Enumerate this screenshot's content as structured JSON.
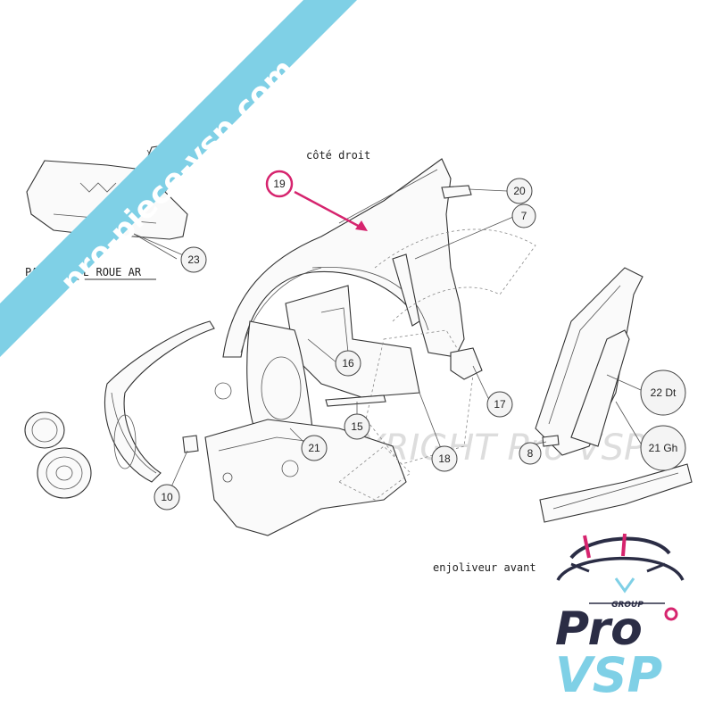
{
  "labels": {
    "side": "côté droit",
    "wheel_arch": "PASSAGE DE ROUE AR",
    "trim": "enjoliveur avant"
  },
  "callouts": [
    "19",
    "20",
    "7",
    "16",
    "17",
    "15",
    "18",
    "21",
    "8",
    "22 Dt",
    "21 Gh",
    "10",
    "23"
  ],
  "watermark": "© COPYRIGHT Pro VSP",
  "banner": "pro-piece-vsp.com",
  "logo": {
    "group": "GROUP",
    "pro": "Pro",
    "vsp": "VSP"
  },
  "colors": {
    "banner": "#7fd0e6",
    "highlight": "#d6246e",
    "logo_dark": "#2b2d45",
    "logo_cyan": "#7fd0e6",
    "logo_pink": "#d6246e"
  }
}
